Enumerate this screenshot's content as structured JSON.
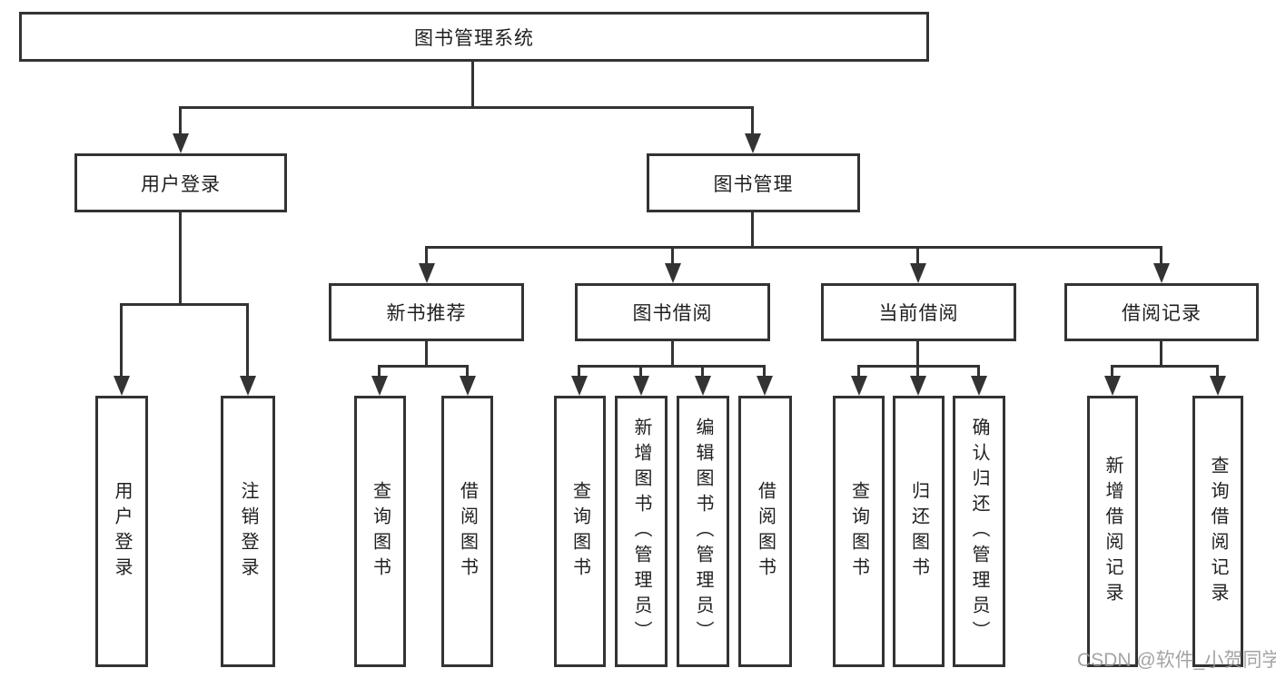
{
  "tree": {
    "root": {
      "label": "图书管理系统"
    },
    "user_login": {
      "label": "用户登录",
      "children": [
        {
          "label": "用户登录"
        },
        {
          "label": "注销登录"
        }
      ]
    },
    "book_management": {
      "label": "图书管理",
      "sections": [
        {
          "label": "新书推荐",
          "children": [
            {
              "label": "查询图书"
            },
            {
              "label": "借阅图书"
            }
          ]
        },
        {
          "label": "图书借阅",
          "children": [
            {
              "label": "查询图书"
            },
            {
              "label": "新增图书（管理员）"
            },
            {
              "label": "编辑图书（管理员）"
            },
            {
              "label": "借阅图书"
            }
          ]
        },
        {
          "label": "当前借阅",
          "children": [
            {
              "label": "查询图书"
            },
            {
              "label": "归还图书"
            },
            {
              "label": "确认归还（管理员）"
            }
          ]
        },
        {
          "label": "借阅记录",
          "children": [
            {
              "label": "新增借阅记录"
            },
            {
              "label": "查询借阅记录"
            }
          ]
        }
      ]
    }
  },
  "watermark": "CSDN @软件_小贺同学",
  "colors": {
    "line": "#333333",
    "text": "#1f1f1f",
    "watermark": "#949494",
    "background": "#ffffff"
  }
}
